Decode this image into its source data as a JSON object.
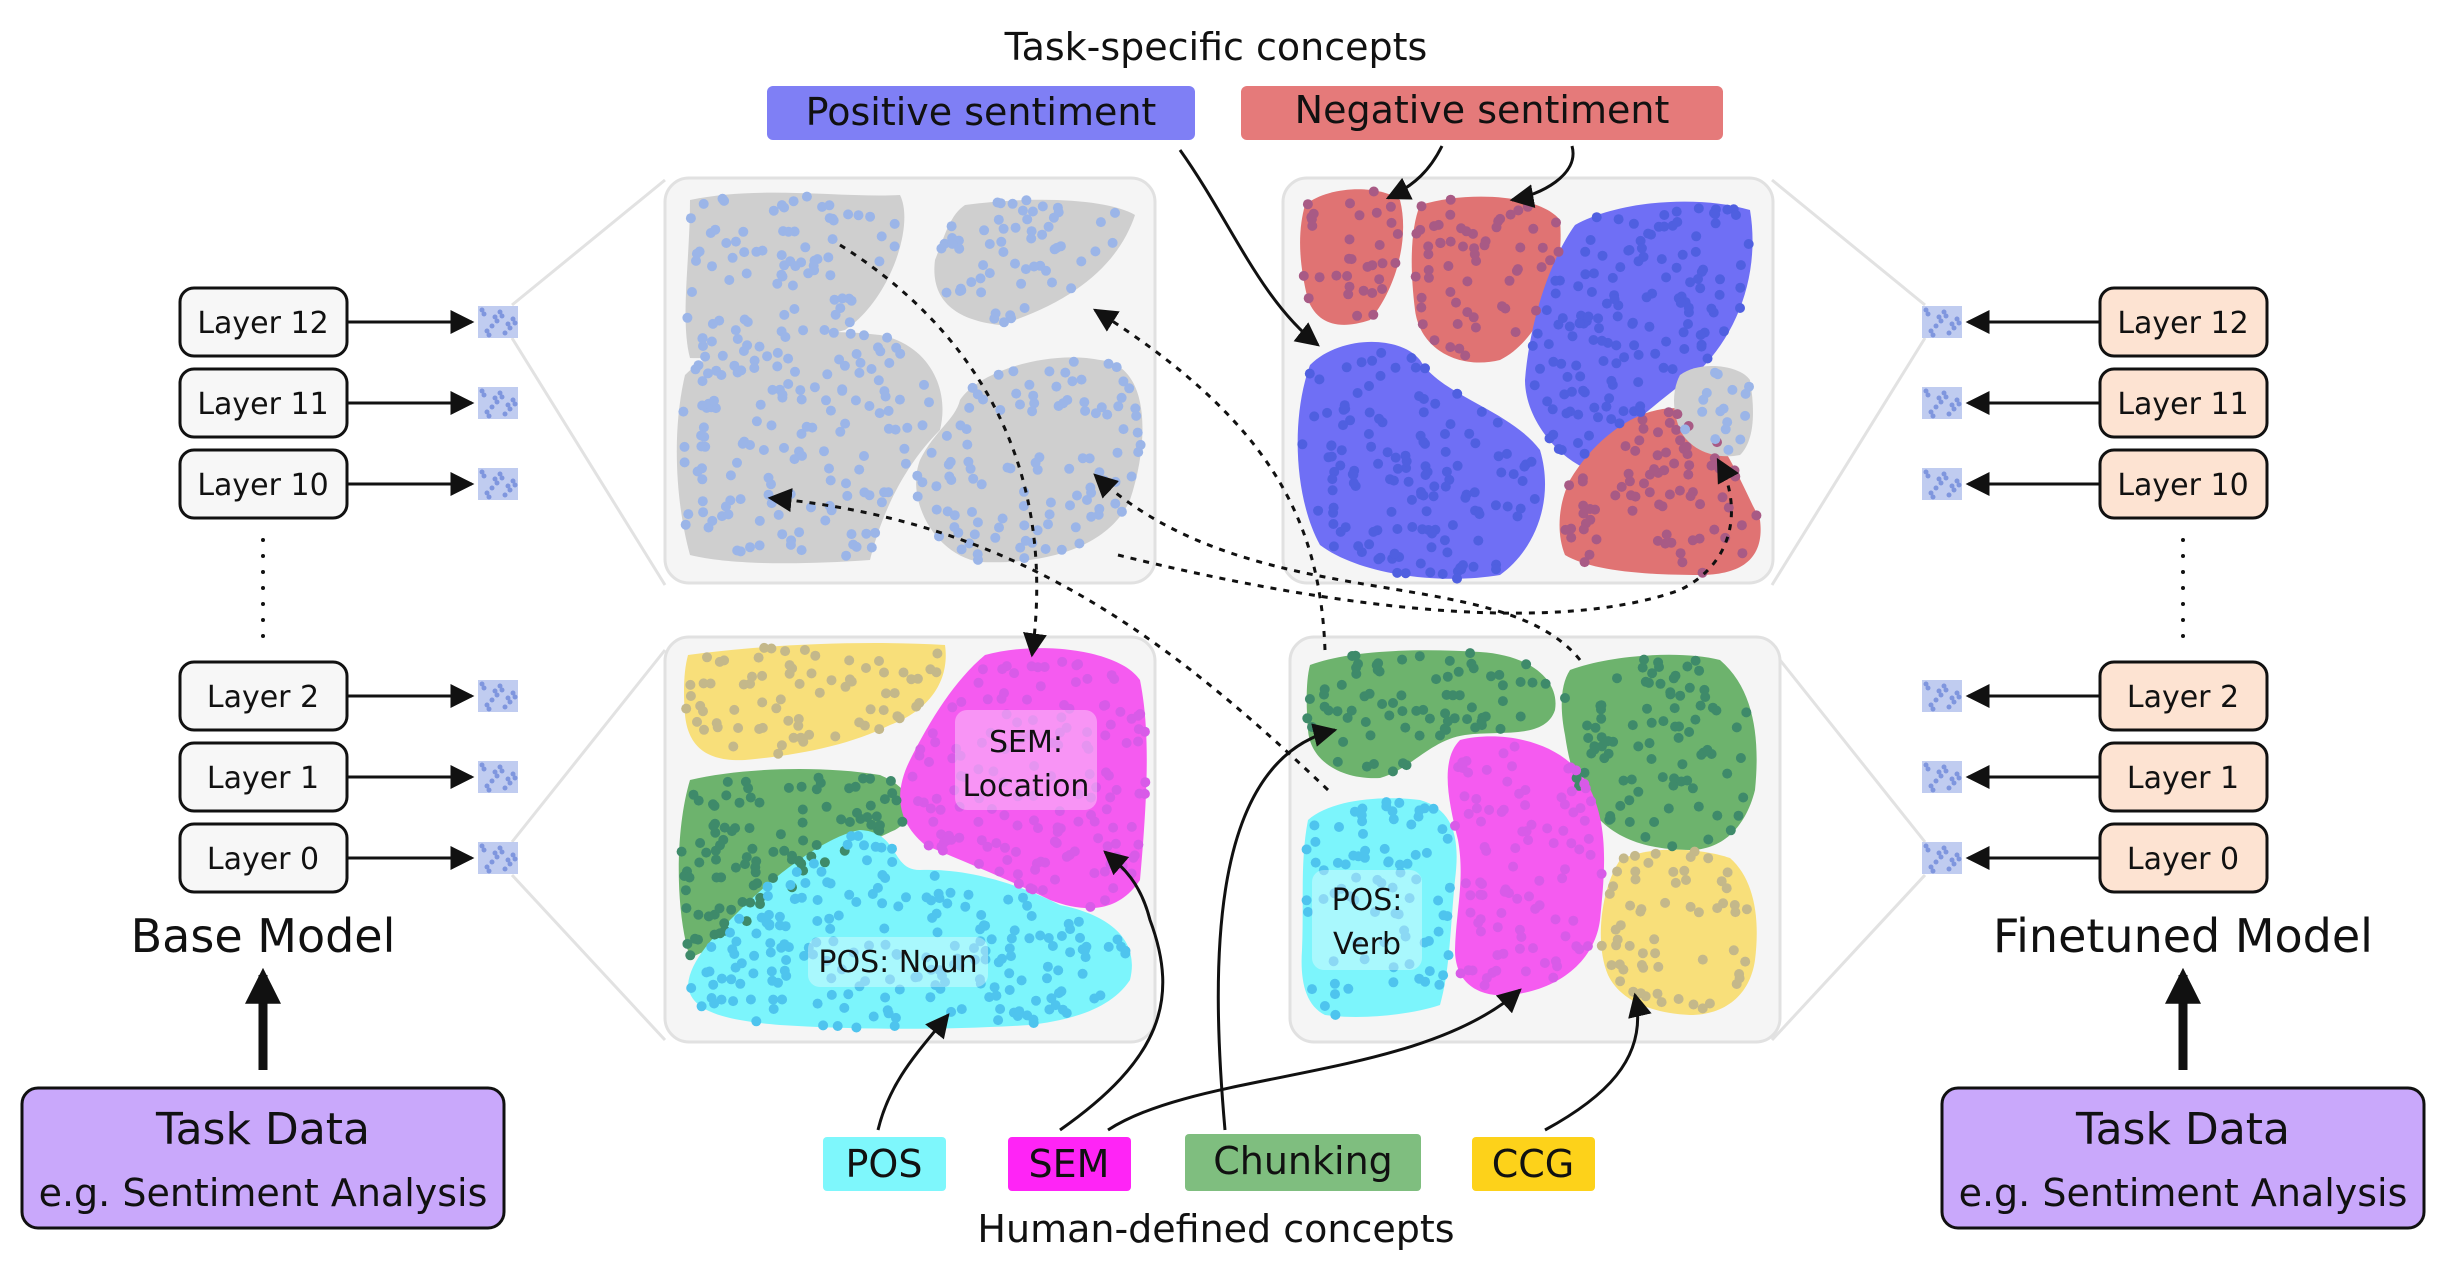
{
  "top_heading": "Task-specific concepts",
  "bottom_heading": "Human-defined concepts",
  "task_concepts": [
    {
      "label": "Positive sentiment",
      "color": "#7f7ff5"
    },
    {
      "label": "Negative sentiment",
      "color": "#e57a7a"
    }
  ],
  "human_concepts": [
    {
      "label": "POS",
      "color": "#7ef7fc"
    },
    {
      "label": "SEM",
      "color": "#ff24f6"
    },
    {
      "label": "Chunking",
      "color": "#7fbe7f"
    },
    {
      "label": "CCG",
      "color": "#fdd21a"
    }
  ],
  "base_model": {
    "title": "Base Model",
    "layers": [
      "Layer 12",
      "Layer 11",
      "Layer 10",
      "Layer 2",
      "Layer 1",
      "Layer 0"
    ],
    "input": {
      "line1": "Task Data",
      "line2": "e.g. Sentiment Analysis"
    }
  },
  "finetuned_model": {
    "title": "Finetuned Model",
    "layers": [
      "Layer 12",
      "Layer 11",
      "Layer 10",
      "Layer 2",
      "Layer 1",
      "Layer 0"
    ],
    "input": {
      "line1": "Task Data",
      "line2": "e.g. Sentiment Analysis"
    }
  },
  "cluster_labels": {
    "sem_location_1": "SEM:",
    "sem_location_2": "Location",
    "pos_noun": "POS: Noun",
    "pos_verb_1": "POS:",
    "pos_verb_2": "Verb"
  },
  "colors": {
    "layer_base_fill": "#f7f7f7",
    "layer_finetuned_fill": "#fde3d2",
    "input_fill": "#c9a8fb",
    "panel_fill": "#f5f5f5",
    "grey_cluster": "#cfcfcf",
    "dot_blue": "#9bb5e8",
    "blue_cluster": "#6f6ff5",
    "red_cluster": "#e07373",
    "yellow_cluster": "#f8df7a",
    "green_cluster": "#6db36d",
    "magenta_cluster": "#f55bf0",
    "cyan_cluster": "#7cf5fc"
  }
}
